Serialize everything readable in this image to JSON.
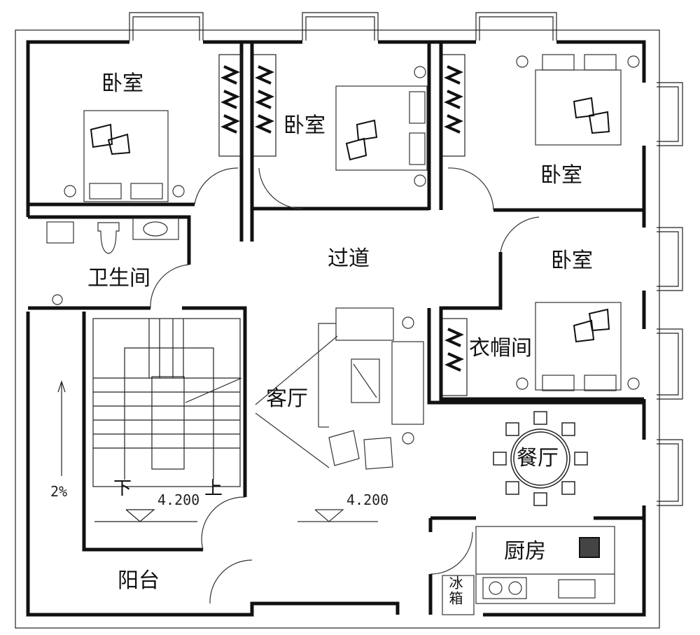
{
  "rooms": {
    "bedroom_1": "卧室",
    "bedroom_2": "卧室",
    "bedroom_3": "卧室",
    "bedroom_4": "卧室",
    "bathroom": "卫生间",
    "corridor": "过道",
    "living_room": "客厅",
    "wardrobe_room": "衣帽间",
    "dining_room": "餐厅",
    "kitchen": "厨房",
    "balcony": "阳台"
  },
  "annotations": {
    "stair_down": "下",
    "stair_up": "上",
    "elevation_stair": "4.200",
    "elevation_living": "4.200",
    "slope": "2%",
    "fridge": "冰箱"
  },
  "colors": {
    "wall": "#111111",
    "line": "#333333"
  }
}
